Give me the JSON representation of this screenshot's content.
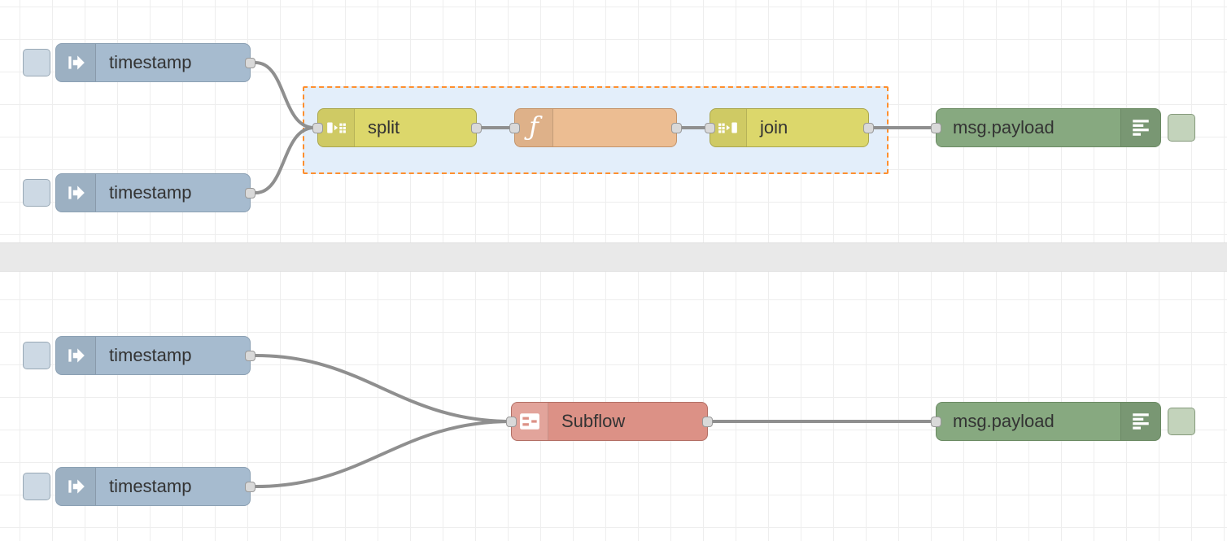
{
  "app": {
    "name": "flow-editor-canvas"
  },
  "colors": {
    "inject_fill": "#a6bbcf",
    "split_join_fill": "#dcd76b",
    "function_fill": "#ecbd92",
    "debug_fill": "#87a980",
    "subflow_fill": "#dc9186",
    "wire": "#8f8f8f",
    "selection_border": "#ff8f2e",
    "selection_fill": "#e3eefa",
    "grid_line": "#eeeeee",
    "divider_fill": "#e9e9e9",
    "port_fill": "#d9d9d9",
    "port_border": "#999999"
  },
  "flows": {
    "top": {
      "inject_nodes": [
        {
          "label": "timestamp",
          "icon": "inject-arrow-icon"
        },
        {
          "label": "timestamp",
          "icon": "inject-arrow-icon"
        }
      ],
      "split_node": {
        "label": "split",
        "icon": "split-icon"
      },
      "function_node": {
        "label": "",
        "icon": "function-icon"
      },
      "join_node": {
        "label": "join",
        "icon": "join-icon"
      },
      "debug_node": {
        "label": "msg.payload",
        "icon": "debug-lines-icon"
      }
    },
    "bottom": {
      "inject_nodes": [
        {
          "label": "timestamp",
          "icon": "inject-arrow-icon"
        },
        {
          "label": "timestamp",
          "icon": "inject-arrow-icon"
        }
      ],
      "subflow_node": {
        "label": "Subflow",
        "icon": "subflow-icon"
      },
      "debug_node": {
        "label": "msg.payload",
        "icon": "debug-lines-icon"
      }
    }
  }
}
